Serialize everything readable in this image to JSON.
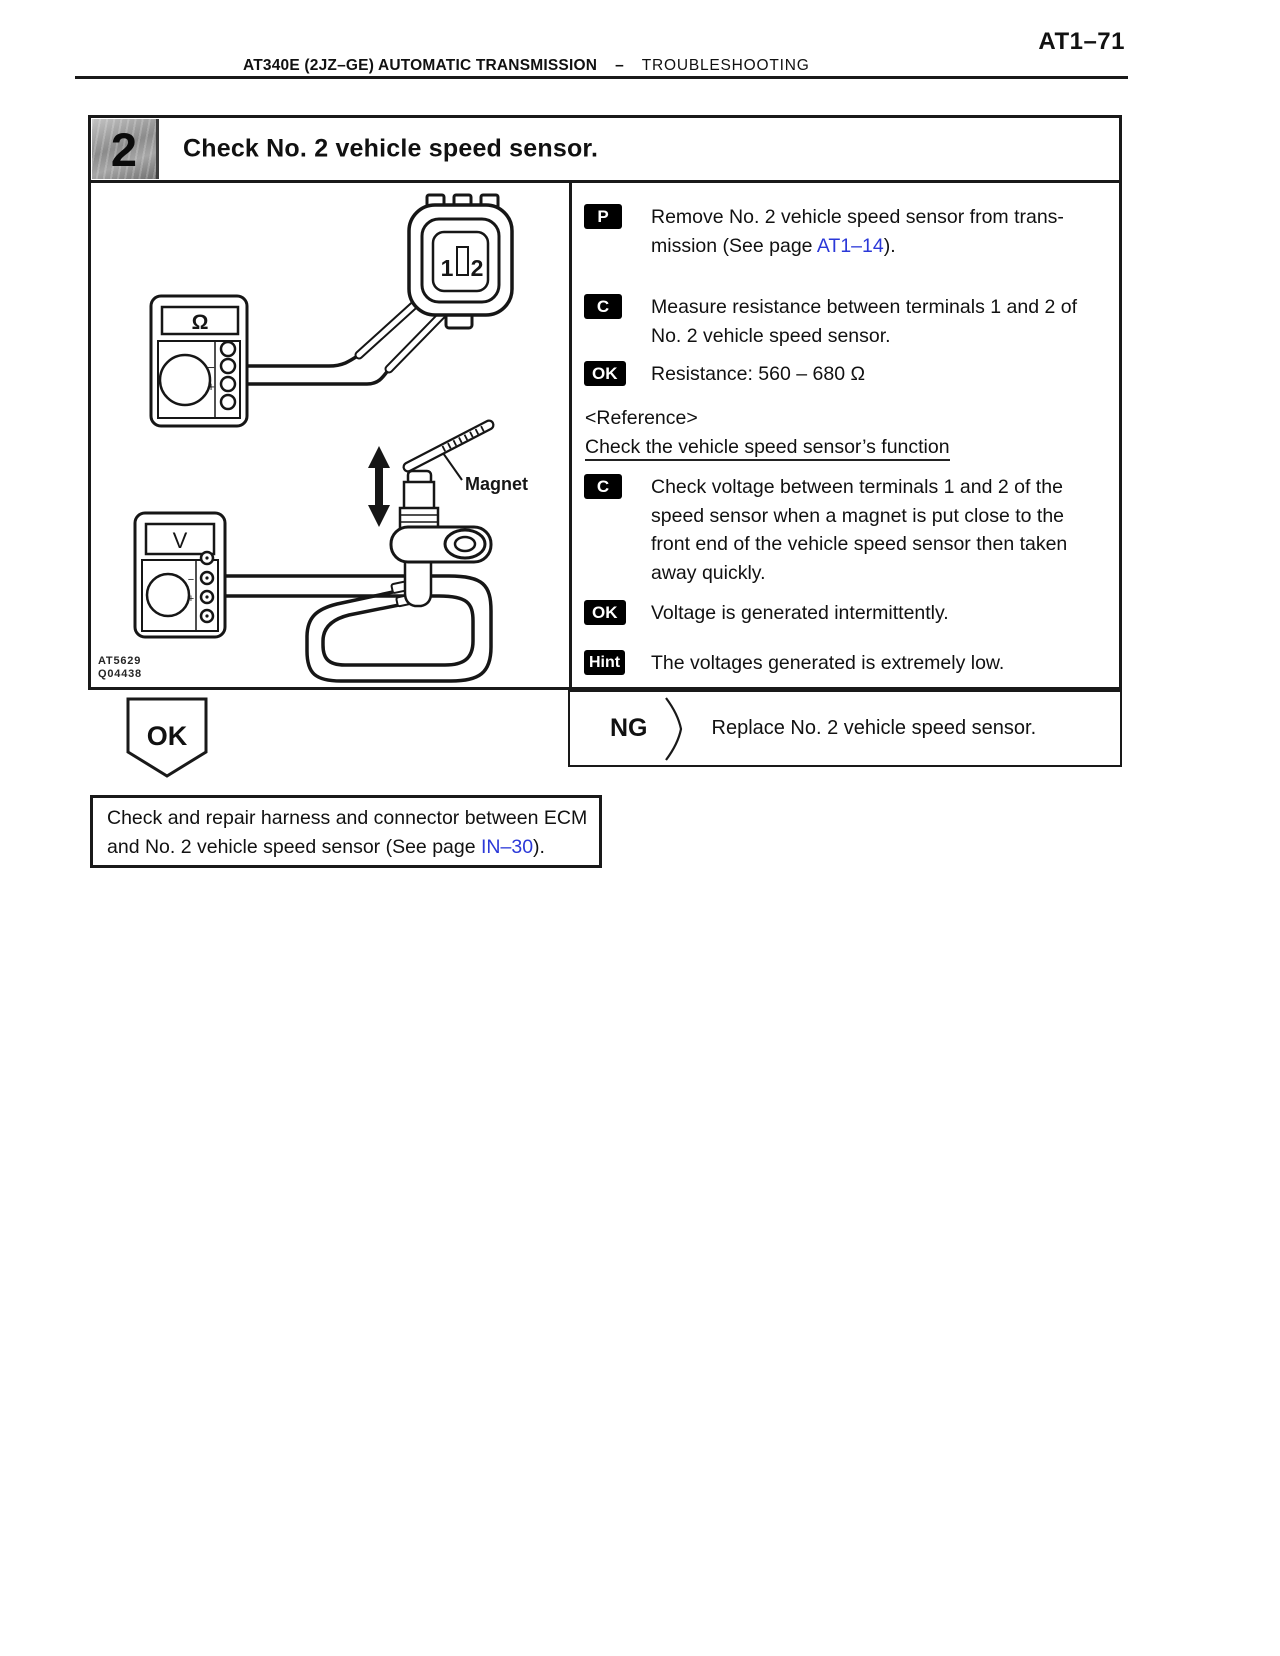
{
  "header": {
    "page_number": "AT1–71",
    "section_title": "AT340E (2JZ–GE) AUTOMATIC TRANSMISSION",
    "separator": "–",
    "section_subtitle": "TROUBLESHOOTING"
  },
  "step": {
    "number": "2",
    "title": "Check No. 2 vehicle speed sensor."
  },
  "figure": {
    "codes": [
      "AT5629",
      "Q04438"
    ],
    "labels": {
      "terminal_1": "1",
      "terminal_2": "2",
      "magnet": "Magnet",
      "ohmmeter_display": "Ω",
      "voltmeter_display": "V",
      "minus": "−",
      "plus": "+"
    }
  },
  "procedure": {
    "remove": {
      "badge": "P",
      "line1": "Remove No. 2 vehicle speed sensor from trans-",
      "line2_pre": "mission (See page ",
      "line2_link": "AT1–14",
      "line2_post": ")."
    },
    "measure": {
      "badge": "C",
      "line1": "Measure resistance between terminals 1 and 2 of",
      "line2": "No. 2 vehicle speed sensor."
    },
    "ok_resistance": {
      "badge": "OK",
      "text": "Resistance: 560 – 680 Ω"
    },
    "reference": {
      "heading": "<Reference>",
      "subheading": "Check the vehicle speed sensor’s function"
    },
    "check_voltage": {
      "badge": "C",
      "line1": "Check voltage between terminals 1 and 2 of the",
      "line2": "speed sensor when a magnet is put close to the",
      "line3": "front end of the vehicle speed sensor then taken",
      "line4": "away quickly."
    },
    "ok_voltage": {
      "badge": "OK",
      "text": "Voltage is generated intermittently."
    },
    "hint": {
      "badge": "Hint",
      "text": "The voltages generated is extremely low."
    }
  },
  "result": {
    "ok_label": "OK",
    "ng_label": "NG",
    "ng_action": "Replace No. 2 vehicle speed sensor."
  },
  "next_step": {
    "line1": "Check and repair harness and connector between ECM",
    "line2_pre": "and No. 2 vehicle speed sensor (See page ",
    "line2_link": "IN–30",
    "line2_post": ")."
  },
  "colors": {
    "link": "#2b38d8",
    "badge_bg": "#000000",
    "ink": "#111111"
  }
}
